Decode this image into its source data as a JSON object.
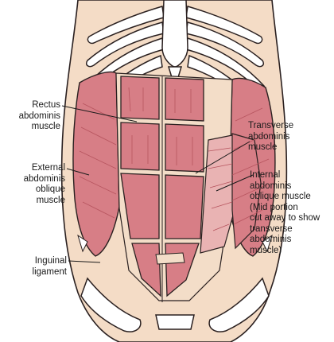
{
  "colors": {
    "skin": "#f4dcc6",
    "muscle": "#d77e86",
    "muscle_dark": "#b7555f",
    "outline": "#2a2020",
    "sheath": "#f3ddc8",
    "bone": "#ffffff"
  },
  "labels": {
    "rectus": "Rectus\nabdominis\nmuscle",
    "external": "External\nabdominis\noblique\nmuscle",
    "inguinal": "Inguinal\nligament",
    "transverse": "Transverse\nabdominis\nmuscle",
    "internal": "Internal\nabdominis\noblique muscle\n(Mid portion\ncut away to show\ntransverse\nabdominis\nmuscle)"
  }
}
